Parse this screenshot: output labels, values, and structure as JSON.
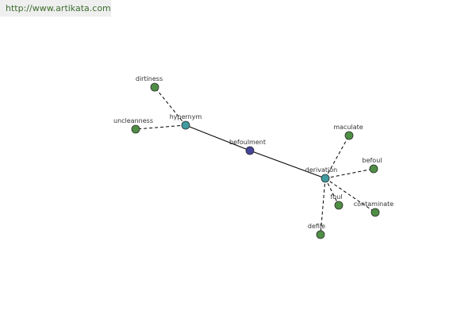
{
  "header": {
    "url_text": "http://www.artikata.com"
  },
  "colors": {
    "center_node": "#44449a",
    "relation_node": "#3f9ba0",
    "term_node": "#4f8f45",
    "edge": "#000000"
  },
  "graph": {
    "nodes": {
      "befoulment": {
        "label": "befoulment",
        "kind": "center"
      },
      "hypernym": {
        "label": "hypernym",
        "kind": "relation"
      },
      "derivation": {
        "label": "derivation",
        "kind": "relation"
      },
      "dirtiness": {
        "label": "dirtiness",
        "kind": "term"
      },
      "uncleanness": {
        "label": "uncleanness",
        "kind": "term"
      },
      "maculate": {
        "label": "maculate",
        "kind": "term"
      },
      "befoul": {
        "label": "befoul",
        "kind": "term"
      },
      "foul": {
        "label": "foul",
        "kind": "term"
      },
      "contaminate": {
        "label": "contaminate",
        "kind": "term"
      },
      "defile": {
        "label": "defile",
        "kind": "term"
      }
    },
    "edges": [
      {
        "from": "befoulment",
        "to": "hypernym",
        "style": "solid"
      },
      {
        "from": "befoulment",
        "to": "derivation",
        "style": "solid"
      },
      {
        "from": "hypernym",
        "to": "dirtiness",
        "style": "dashed"
      },
      {
        "from": "hypernym",
        "to": "uncleanness",
        "style": "dashed"
      },
      {
        "from": "derivation",
        "to": "maculate",
        "style": "dashed"
      },
      {
        "from": "derivation",
        "to": "befoul",
        "style": "dashed"
      },
      {
        "from": "derivation",
        "to": "foul",
        "style": "dashed"
      },
      {
        "from": "derivation",
        "to": "contaminate",
        "style": "dashed"
      },
      {
        "from": "derivation",
        "to": "defile",
        "style": "dashed"
      }
    ]
  }
}
